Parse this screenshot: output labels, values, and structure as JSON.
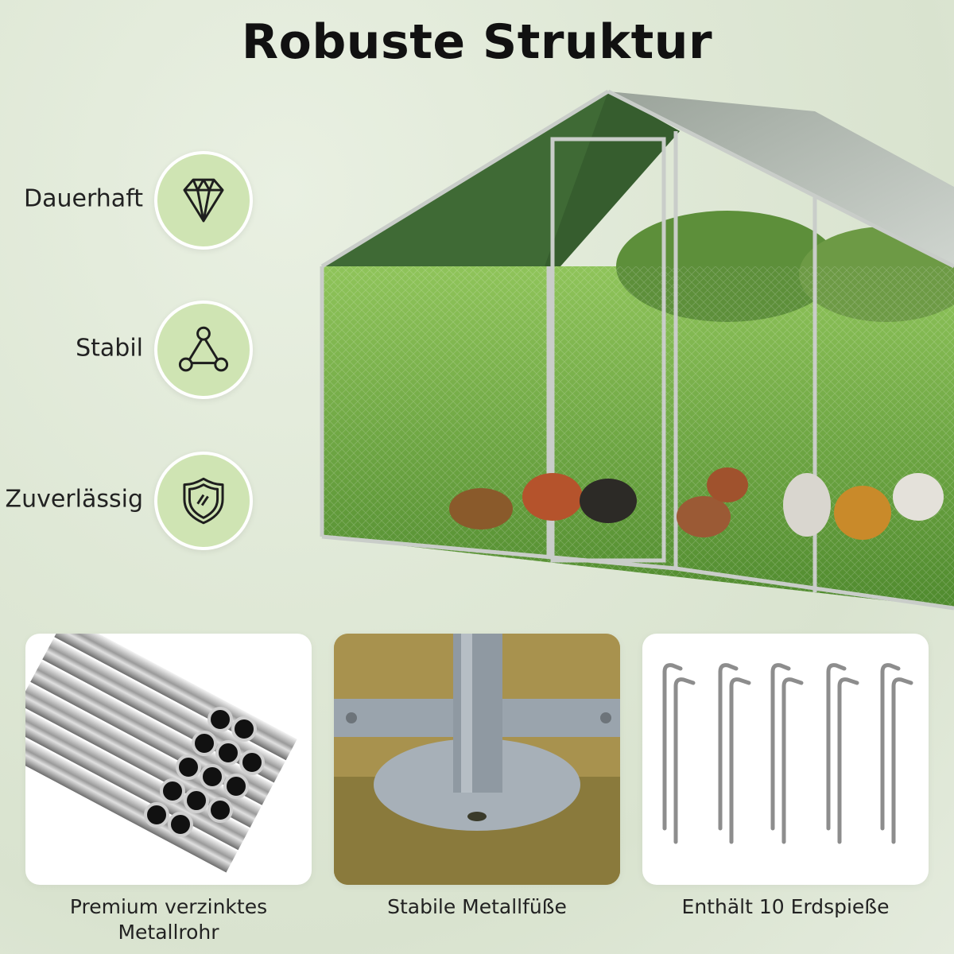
{
  "header": {
    "title": "Robuste Struktur"
  },
  "features": [
    {
      "label": "Dauerhaft",
      "icon": "diamond-icon"
    },
    {
      "label": "Stabil",
      "icon": "triangle-nodes-icon"
    },
    {
      "label": "Zuverlässig",
      "icon": "shield-icon"
    }
  ],
  "cards": [
    {
      "caption": "Premium verzinktes Metallrohr",
      "image": "galvanized-pipes"
    },
    {
      "caption": "Stabile Metallfüße",
      "image": "metal-foot"
    },
    {
      "caption": "Enthält 10 Erdspieße",
      "image": "ground-stakes"
    }
  ],
  "colors": {
    "icon_circle": "#cfe4b3",
    "roof_green": "#3f6a35",
    "background": "#dfe8d6"
  }
}
